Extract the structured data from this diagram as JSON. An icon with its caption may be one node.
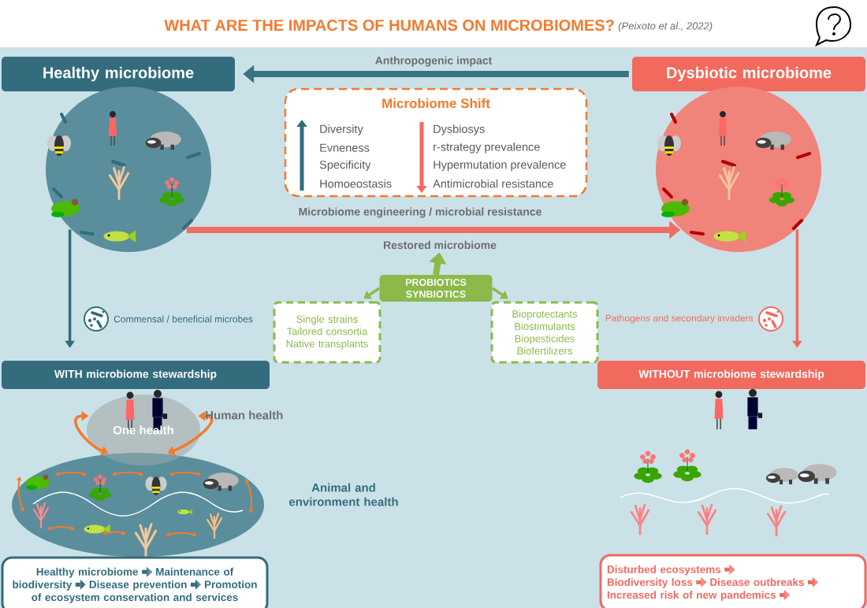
{
  "diagram": {
    "title": "WHAT ARE THE IMPACTS OF HUMANS ON MICROBIOMES?",
    "nodes": [
      {
        "text": [
          "Healthy microbiome"
        ]
      },
      {
        "text": [
          "Dysbiotic microbiome"
        ]
      },
      {
        "text": [],
        "shape": "picture"
      },
      {
        "text": [],
        "shape": "picture"
      },
      {
        "text": [
          "Microbiome Shift",
          "Diversity",
          "Evneness",
          "Specificity",
          "Homoeostasis",
          "Dysbiosys",
          "r-strategy prevalence",
          "Hypermutation prevalence",
          "Antimicrobial resistance"
        ]
      },
      {
        "text": [
          "Restored microbiome"
        ]
      },
      {
        "text": [
          "PROBIOTICS SYNBIOTICS"
        ]
      },
      {
        "text": [
          "Single strains",
          "Tailored consortia",
          "Native transplants"
        ]
      },
      {
        "text": [
          "Bioprotectants",
          "Biostimulants",
          "Biopesticides",
          "Biofertilizers"
        ]
      },
      {
        "text": [
          "WITH microbiome stewardship"
        ]
      },
      {
        "text": [
          "WITHOUT microbiome stewardship"
        ]
      },
      {
        "text": [
          "One health"
        ]
      },
      {
        "text": [],
        "shape": "ellipse"
      },
      {
        "text": [
          "Healthy microbiome",
          "Maintenance of biodiversity",
          "Disease prevention",
          "Promotion of ecosystem conservation and services"
        ]
      },
      {
        "text": [
          "Disturbed ecosystems",
          "Biodiversity loss",
          "Disease outbreaks",
          "Increased risk of new pandemics"
        ]
      }
    ],
    "edges": [
      {
        "from": 1,
        "to": 0,
        "arrow": "to",
        "label": "Anthropogenic impact",
        "style": "thick",
        "color": "#3a7483"
      },
      {
        "from": 2,
        "to": 3,
        "arrow": "to",
        "label": "Microbiome engineering / microbial resistance",
        "style": "thick",
        "color": "#ef6e63"
      },
      {
        "from": 2,
        "to": 9,
        "arrow": "to",
        "label": "Commensal / beneficial microbes",
        "color": "#336c7d"
      },
      {
        "from": 3,
        "to": 10,
        "arrow": "to",
        "label": "Pathogens and secondary invaders",
        "color": "#f26a5e"
      },
      {
        "from": 6,
        "to": 5,
        "arrow": "to",
        "style": "thick",
        "color": "#8cb94a"
      },
      {
        "from": 6,
        "to": 7,
        "arrow": "to",
        "color": "#8cb94a"
      },
      {
        "from": 6,
        "to": 8,
        "arrow": "to",
        "color": "#8cb94a"
      },
      {
        "from": 11,
        "to": 12,
        "arrow": "both",
        "color": "#f47a2e"
      },
      {
        "from": 11,
        "to": 12,
        "arrow": "both",
        "color": "#f47a2e"
      }
    ],
    "labels": [
      "(Peixoto et al., 2022)",
      "Human health",
      "Animal and environment health"
    ]
  }
}
